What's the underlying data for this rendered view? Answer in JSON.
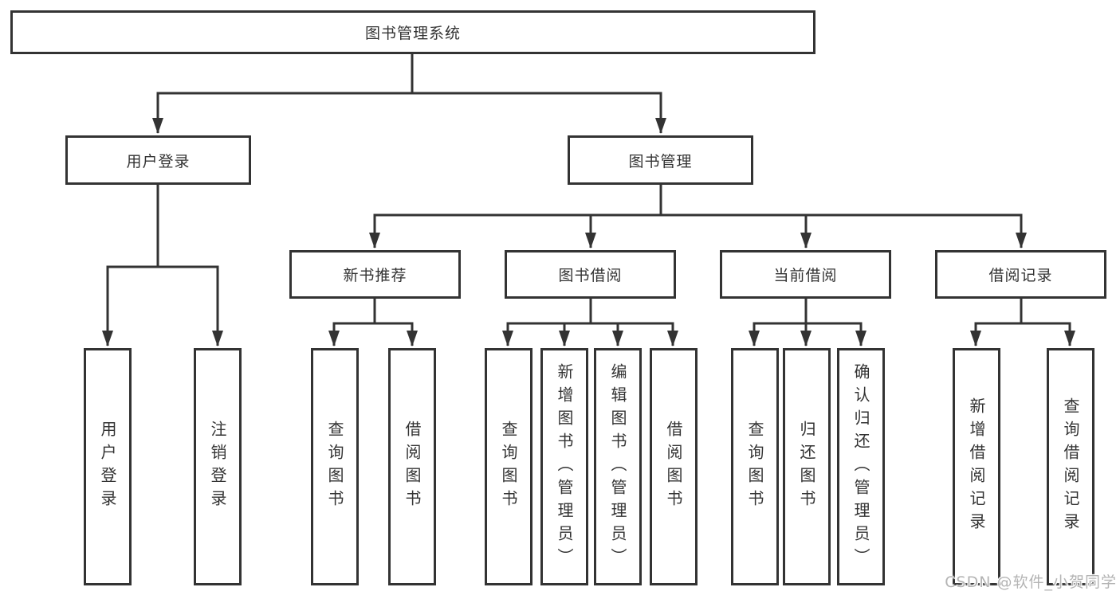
{
  "diagram": {
    "root": "图书管理系统",
    "branches": [
      {
        "label": "用户登录",
        "children": [
          "用户登录",
          "注销登录"
        ]
      },
      {
        "label": "图书管理",
        "sections": [
          {
            "label": "新书推荐",
            "children": [
              "查询图书",
              "借阅图书"
            ]
          },
          {
            "label": "图书借阅",
            "children": [
              "查询图书",
              "新增图书（管理员）",
              "编辑图书（管理员）",
              "借阅图书"
            ]
          },
          {
            "label": "当前借阅",
            "children": [
              "查询图书",
              "归还图书",
              "确认归还（管理员）"
            ]
          },
          {
            "label": "借阅记录",
            "children": [
              "新增借阅记录",
              "查询借阅记录"
            ]
          }
        ]
      }
    ]
  },
  "watermark": "CSDN @软件_小贺同学",
  "colors": {
    "line": "#333333",
    "text": "#333333",
    "background": "#ffffff",
    "watermark": "#b4b4b4"
  }
}
